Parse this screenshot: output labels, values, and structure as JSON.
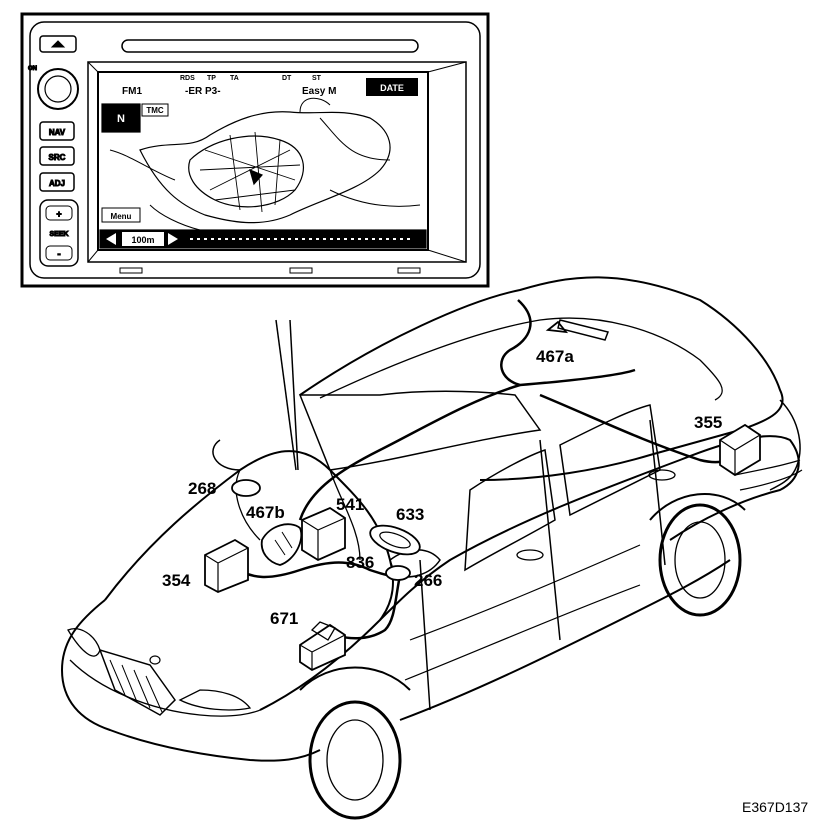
{
  "head_unit": {
    "buttons": {
      "nav": "NAV",
      "src": "SRC",
      "adj": "ADJ",
      "seek": "SEEK",
      "seek_up": "+",
      "seek_down": "-"
    },
    "status_top": {
      "rds": "RDS",
      "tp": "TP",
      "ta": "TA",
      "dt1": "DT",
      "dt2": "ST"
    },
    "band": "FM1",
    "station": "-ER P3-",
    "program": "Easy M",
    "date_button": "DATE",
    "north": "N",
    "tmc": "TMC",
    "menu": "Menu",
    "scale": "100m"
  },
  "callouts": {
    "c467a": "467a",
    "c355": "355",
    "c268": "268",
    "c467b": "467b",
    "c541": "541",
    "c633": "633",
    "c354": "354",
    "c836": "836",
    "c266": "266",
    "c671": "671"
  },
  "figure_ref": "E367D137"
}
